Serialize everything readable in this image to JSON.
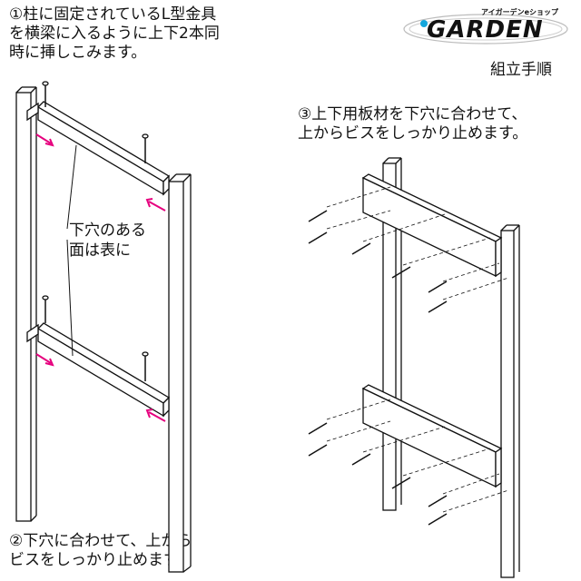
{
  "steps": {
    "step1": "①柱に固定されているL型金具\nを横梁に入るように上下2本同\n時に挿しこみます。",
    "step2": "②下穴に合わせて、上から\nビスをしっかり止めます。",
    "step3": "③上下用板材を下穴に合わせて、\n上からビスをしっかり止めます。"
  },
  "callout": "下穴のある\n面は表に",
  "brand": {
    "logo_sub": "アイガーデンeショップ",
    "logo_text": "GARDEN",
    "guide_label": "組立手順"
  },
  "colors": {
    "arrow": "#e6007e",
    "line": "#111111",
    "logo_accent": "#13a6dc"
  }
}
